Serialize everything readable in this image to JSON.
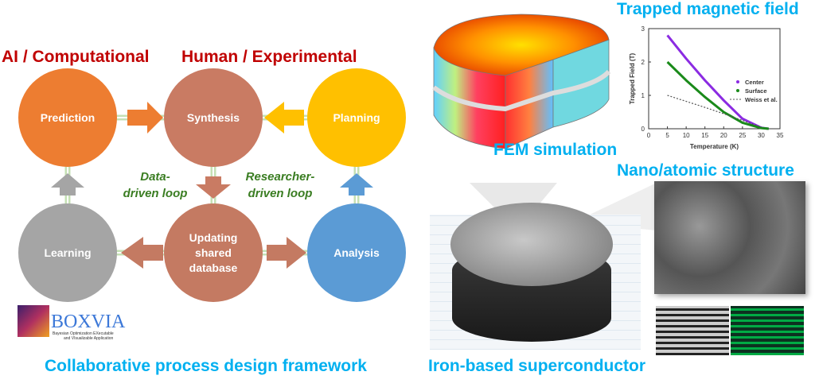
{
  "framework": {
    "heading_left": "AI / Computational",
    "heading_right": "Human / Experimental",
    "nodes": {
      "prediction": "Prediction",
      "synthesis": "Synthesis",
      "planning": "Planning",
      "learning": "Learning",
      "database": "Updating shared database",
      "analysis": "Analysis"
    },
    "loops": {
      "data_driven_1": "Data-",
      "data_driven_2": "driven loop",
      "researcher_1": "Researcher-",
      "researcher_2": "driven loop"
    },
    "logo": {
      "name": "BOXVIA",
      "tagline_1": "Bayesian Optimization EXecutable",
      "tagline_2": "and VIsualizable Application"
    },
    "caption": "Collaborative process design framework",
    "colors": {
      "prediction": "#ed7d31",
      "synthesis": "#c97b63",
      "planning": "#ffc000",
      "learning": "#a5a5a5",
      "database": "#c47a62",
      "analysis": "#5b9bd5"
    }
  },
  "superconductor": {
    "fem_label": "FEM simulation",
    "trapped_label": "Trapped magnetic field",
    "nano_label": "Nano/atomic structure",
    "caption": "Iron-based superconductor"
  },
  "chart_data": {
    "type": "line",
    "title": "Trapped magnetic field",
    "xlabel": "Temperature (K)",
    "ylabel": "Trapped Field (T)",
    "xlim": [
      0,
      35
    ],
    "ylim": [
      0,
      3
    ],
    "xticks": [
      "0",
      "5",
      "10",
      "15",
      "20",
      "25",
      "30",
      "35"
    ],
    "yticks": [
      "0",
      "1",
      "2",
      "3"
    ],
    "legend_position": "center-right",
    "series": [
      {
        "name": "Center",
        "color": "#8b2be2",
        "x": [
          5,
          10,
          15,
          20,
          25,
          30,
          32
        ],
        "y": [
          2.8,
          2.1,
          1.45,
          0.85,
          0.3,
          0.03,
          0
        ]
      },
      {
        "name": "Surface",
        "color": "#1a8a1a",
        "x": [
          5,
          10,
          15,
          20,
          25,
          30,
          32
        ],
        "y": [
          2.0,
          1.45,
          0.95,
          0.5,
          0.18,
          0.02,
          0
        ]
      },
      {
        "name": "Weiss et al.",
        "color": "#555555",
        "dashed": true,
        "x": [
          5,
          10,
          15,
          20,
          25,
          30
        ],
        "y": [
          1.0,
          0.82,
          0.64,
          0.45,
          0.25,
          0.05
        ]
      }
    ]
  }
}
